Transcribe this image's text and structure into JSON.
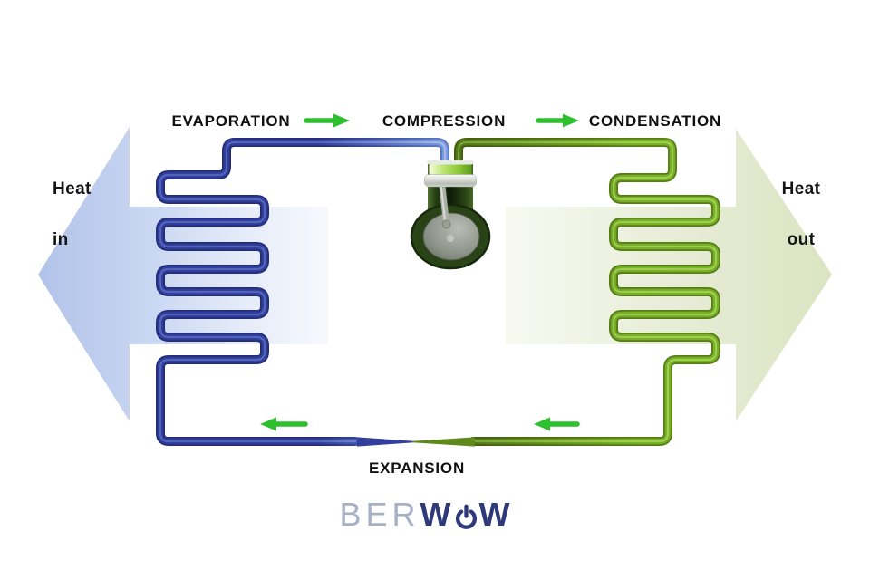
{
  "diagram": {
    "labels": {
      "evaporation": "EVAPORATION",
      "compression": "COMPRESSION",
      "condensation": "CONDENSATION",
      "expansion": "EXPANSION"
    },
    "heat_in": {
      "line1": "Heat",
      "line2": "in"
    },
    "heat_out": {
      "line1": "Heat",
      "line2": "out"
    },
    "flow_arrows": [
      {
        "name": "flow-arrow-evaporation-to-compression",
        "direction": "right"
      },
      {
        "name": "flow-arrow-compression-to-condensation",
        "direction": "right"
      },
      {
        "name": "flow-arrow-bottom-left",
        "direction": "left"
      },
      {
        "name": "flow-arrow-bottom-right",
        "direction": "left"
      }
    ],
    "colors": {
      "evaporator_pipe": "#33409c",
      "condenser_pipe": "#76ae27",
      "flow_arrow_green": "#2ebf2e",
      "heat_in_arrow": "#c3d1ee",
      "heat_out_arrow": "#e7ecd6",
      "label_text": "#101010"
    }
  },
  "logo": {
    "prefix": "BER",
    "bold_w1": "W",
    "bold_w2": "W",
    "icon": "power-icon",
    "color_light": "#a6b1c7",
    "color_bold": "#2d3979"
  }
}
